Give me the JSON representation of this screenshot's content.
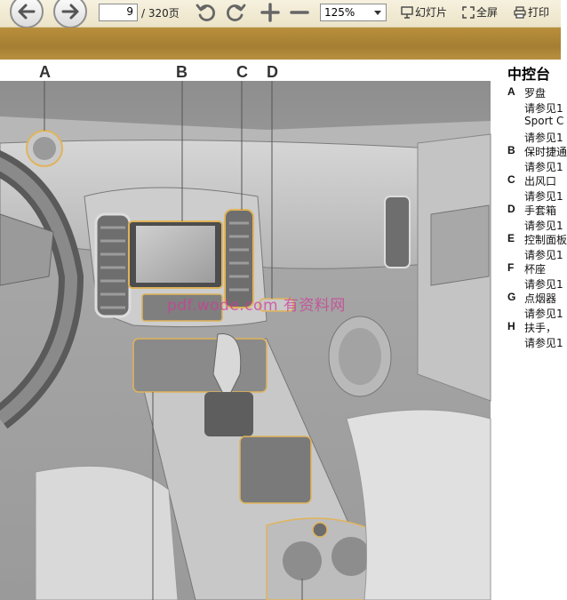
{
  "toolbar": {
    "page_current": "9",
    "page_total": "/ 320页",
    "zoom_value": "125%",
    "slideshow_label": "幻灯片",
    "fullscreen_label": "全屏",
    "print_label": "打印"
  },
  "document": {
    "callouts": [
      "A",
      "B",
      "C",
      "D"
    ],
    "side_title": "中控台",
    "items": [
      {
        "letter": "A",
        "text": "罗盘"
      },
      {
        "letter": "",
        "text": "请参见1"
      },
      {
        "letter": "",
        "text": "Sport C"
      },
      {
        "letter": "",
        "text": "请参见1"
      },
      {
        "letter": "B",
        "text": "保时捷通"
      },
      {
        "letter": "",
        "text": "请参见1"
      },
      {
        "letter": "C",
        "text": "出风口"
      },
      {
        "letter": "",
        "text": "请参见1"
      },
      {
        "letter": "D",
        "text": "手套箱"
      },
      {
        "letter": "",
        "text": "请参见1"
      },
      {
        "letter": "E",
        "text": "控制面板"
      },
      {
        "letter": "",
        "text": "请参见1"
      },
      {
        "letter": "F",
        "text": "杯座"
      },
      {
        "letter": "",
        "text": "请参见1"
      },
      {
        "letter": "G",
        "text": "点烟器"
      },
      {
        "letter": "",
        "text": "请参见1"
      },
      {
        "letter": "H",
        "text": "扶手，"
      },
      {
        "letter": "",
        "text": "请参见1"
      }
    ],
    "watermark": "pdf.wode.com  有资料网"
  }
}
